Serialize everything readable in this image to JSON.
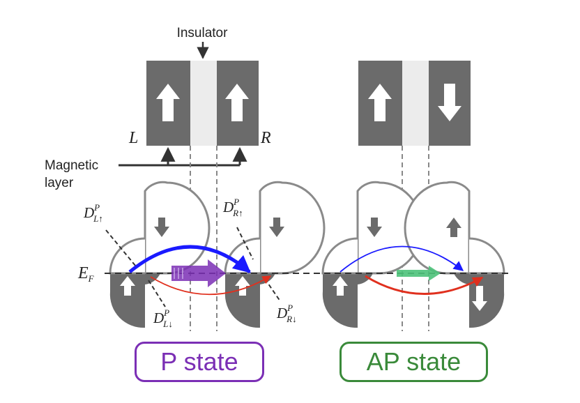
{
  "labels": {
    "insulator": "Insulator",
    "magnetic_line1": "Magnetic",
    "magnetic_line2": "layer",
    "left": "L",
    "right": "R",
    "fermi_main": "E",
    "fermi_sub": "F"
  },
  "dos_labels": {
    "main": "D",
    "superscript": "P",
    "left_up_sub": "L↑",
    "right_up_sub": "R↑",
    "left_down_sub": "L↓",
    "right_down_sub": "R↓"
  },
  "states": {
    "parallel": {
      "label": "P state",
      "color": "#7b2fb5"
    },
    "antiparallel": {
      "label": "AP state",
      "color": "#3a8a3a"
    }
  },
  "colors": {
    "magnet": "#6b6b6b",
    "insulator": "#ececec",
    "outline": "#8a8a8a",
    "majority_tunnel": "#1a1aff",
    "minority_tunnel": "#e0301e",
    "p_current": "#7b2fb5",
    "ap_current": "#4cc27a"
  },
  "icons": {
    "spin_up": "up-arrow-icon",
    "spin_down": "down-arrow-icon"
  }
}
